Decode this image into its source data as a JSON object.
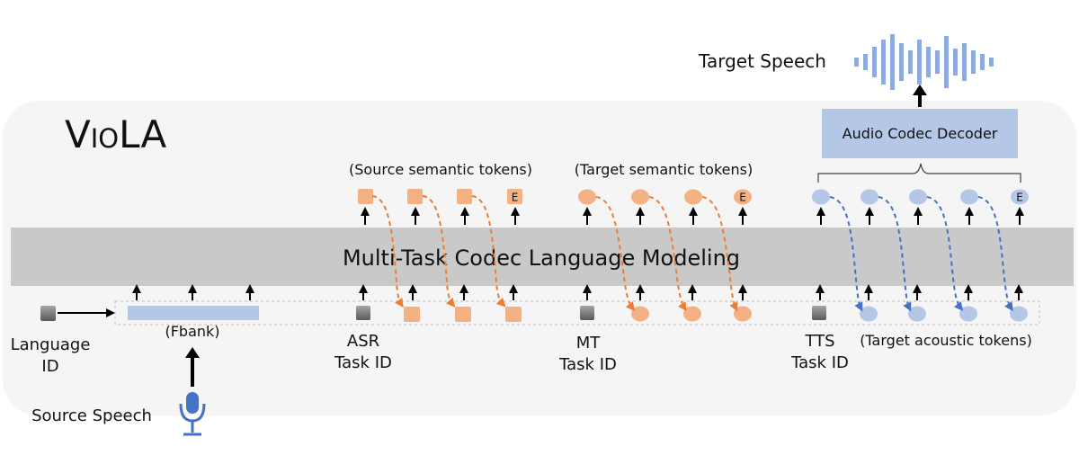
{
  "title": "VioLA",
  "band_label": "Multi-Task Codec Language Modeling",
  "decoder_label": "Audio Codec Decoder",
  "labels": {
    "target_speech": "Target Speech",
    "source_speech": "Source Speech",
    "language_id_line1": "Language",
    "language_id_line2": "ID",
    "fbank": "(Fbank)",
    "asr_line1": "ASR",
    "asr_line2": "Task ID",
    "mt_line1": "MT",
    "mt_line2": "Task ID",
    "tts_line1": "TTS",
    "tts_line2": "Task ID",
    "source_semantic": "(Source semantic tokens)",
    "target_semantic": "(Target semantic tokens)",
    "target_acoustic": "(Target acoustic tokens)",
    "end_token": "E"
  },
  "colors": {
    "orange": "#f4b183",
    "orange_arrow": "#ed7d31",
    "blue_light": "#b4c7e7",
    "blue_arrow": "#4472c4",
    "blue_wave": "#8faadc",
    "band": "#c9c9c9",
    "panel": "#f5f5f5",
    "task_id_gray": "#7f7f7f"
  },
  "icons": [
    "waveform-icon",
    "microphone-icon"
  ]
}
